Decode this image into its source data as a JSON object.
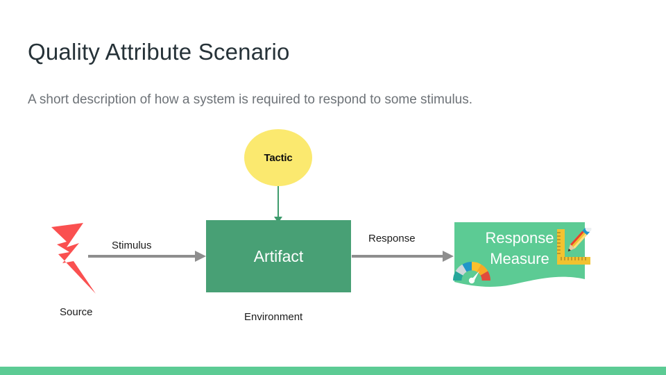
{
  "slide": {
    "title": "Quality Attribute Scenario",
    "subtitle": "A short description of how a system is required to respond to some stimulus."
  },
  "diagram": {
    "tactic": {
      "label": "Tactic",
      "shape": "circle",
      "fill": "#fbe96f",
      "text_color": "#0e0e0e"
    },
    "source": {
      "label": "Source",
      "icon": "lightning-bolt-icon",
      "fill": "#fa5050"
    },
    "stimulus": {
      "label": "Stimulus",
      "icon": "arrow-right-icon",
      "color": "#8e8e8e"
    },
    "artifact": {
      "label": "Artifact",
      "shape": "rectangle",
      "fill": "#48a075",
      "text_color": "#ffffff"
    },
    "environment": {
      "label": "Environment"
    },
    "response": {
      "label": "Response",
      "icon": "arrow-right-icon",
      "color": "#8e8e8e"
    },
    "response_measure": {
      "line1": "Response",
      "line2": "Measure",
      "fill": "#5ccb94",
      "text_color": "#ffffff",
      "icons": [
        "gauge-icon",
        "ruler-pencil-icon"
      ]
    },
    "tactic_arrow": {
      "icon": "arrow-down-icon",
      "color": "#3d9b6c"
    }
  },
  "footer": {
    "accent_color": "#5ccb94"
  },
  "theme": {
    "background": "#ffffff",
    "title_color": "#263238",
    "subtitle_color": "#6d7277",
    "green_dark": "#48a075",
    "green_light": "#5ccb94",
    "yellow": "#fbe96f",
    "red": "#fa5050",
    "gray": "#8e8e8e"
  }
}
